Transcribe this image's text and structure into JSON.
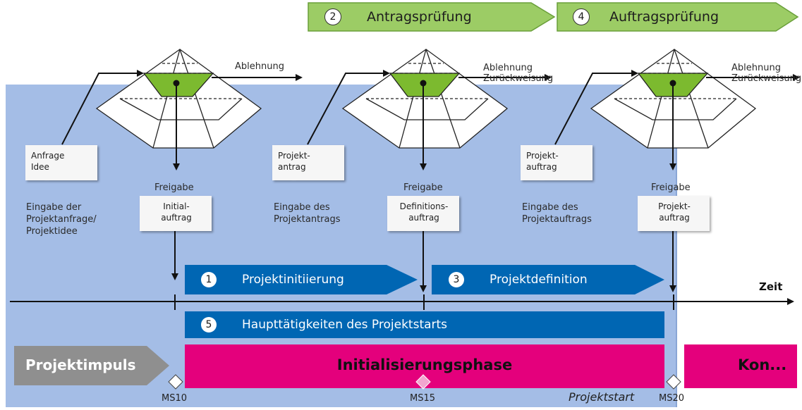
{
  "green_steps": [
    {
      "number": "2",
      "label": "Antragsprüfung"
    },
    {
      "number": "4",
      "label": "Auftragsprüfung"
    }
  ],
  "rejections": [
    {
      "line1": "Ablehnung",
      "line2": ""
    },
    {
      "line1": "Ablehnung",
      "line2": "Zurückweisung"
    },
    {
      "line1": "Ablehnung",
      "line2": "Zurückweisung"
    }
  ],
  "input_docs": [
    {
      "line1": "Anfrage",
      "line2": "Idee"
    },
    {
      "line1": "Projekt-",
      "line2": "antrag"
    },
    {
      "line1": "Projekt-",
      "line2": "auftrag"
    }
  ],
  "input_descriptions": [
    {
      "line1": "Eingabe der",
      "line2": "Projektanfrage/",
      "line3": "Projektidee"
    },
    {
      "line1": "Eingabe des",
      "line2": "Projektantrags",
      "line3": ""
    },
    {
      "line1": "Eingabe des",
      "line2": "Projektauftrags",
      "line3": ""
    }
  ],
  "release_label": "Freigabe",
  "output_docs": [
    {
      "line1": "Initial-",
      "line2": "auftrag"
    },
    {
      "line1": "Definitions-",
      "line2": "auftrag"
    },
    {
      "line1": "Projekt-",
      "line2": "auftrag"
    }
  ],
  "blue_steps": [
    {
      "number": "1",
      "label": "Projektinitiierung"
    },
    {
      "number": "3",
      "label": "Projektdefinition"
    }
  ],
  "main_activities": {
    "number": "5",
    "label": "Haupttätigkeiten des Projektstarts"
  },
  "time_label": "Zeit",
  "phases": {
    "impulse": "Projektimpuls",
    "initialization": "Initialisierungsphase",
    "next": "Kon..."
  },
  "project_start_label": "Projektstart",
  "milestones": [
    "MS10",
    "MS15",
    "MS20"
  ],
  "colors": {
    "green": "#8bc34a",
    "blue": "#0066b3",
    "magenta": "#e4007c",
    "grey": "#8c8c8c",
    "background": "#a4bde6"
  }
}
